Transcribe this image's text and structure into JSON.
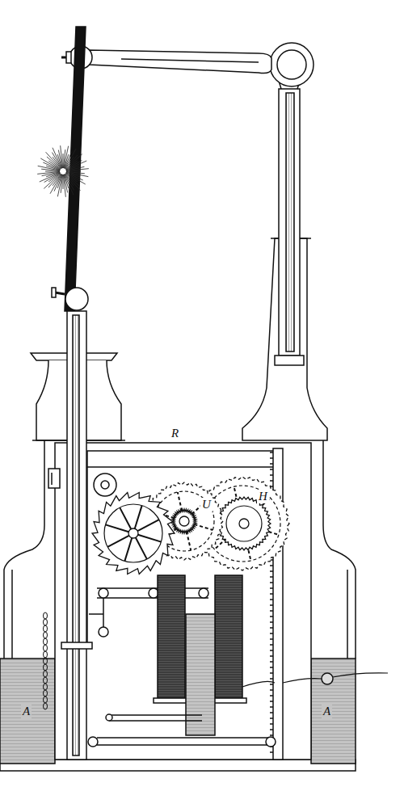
{
  "diagram": {
    "labels": [
      "A",
      "A",
      "R",
      "U",
      "H"
    ]
  }
}
